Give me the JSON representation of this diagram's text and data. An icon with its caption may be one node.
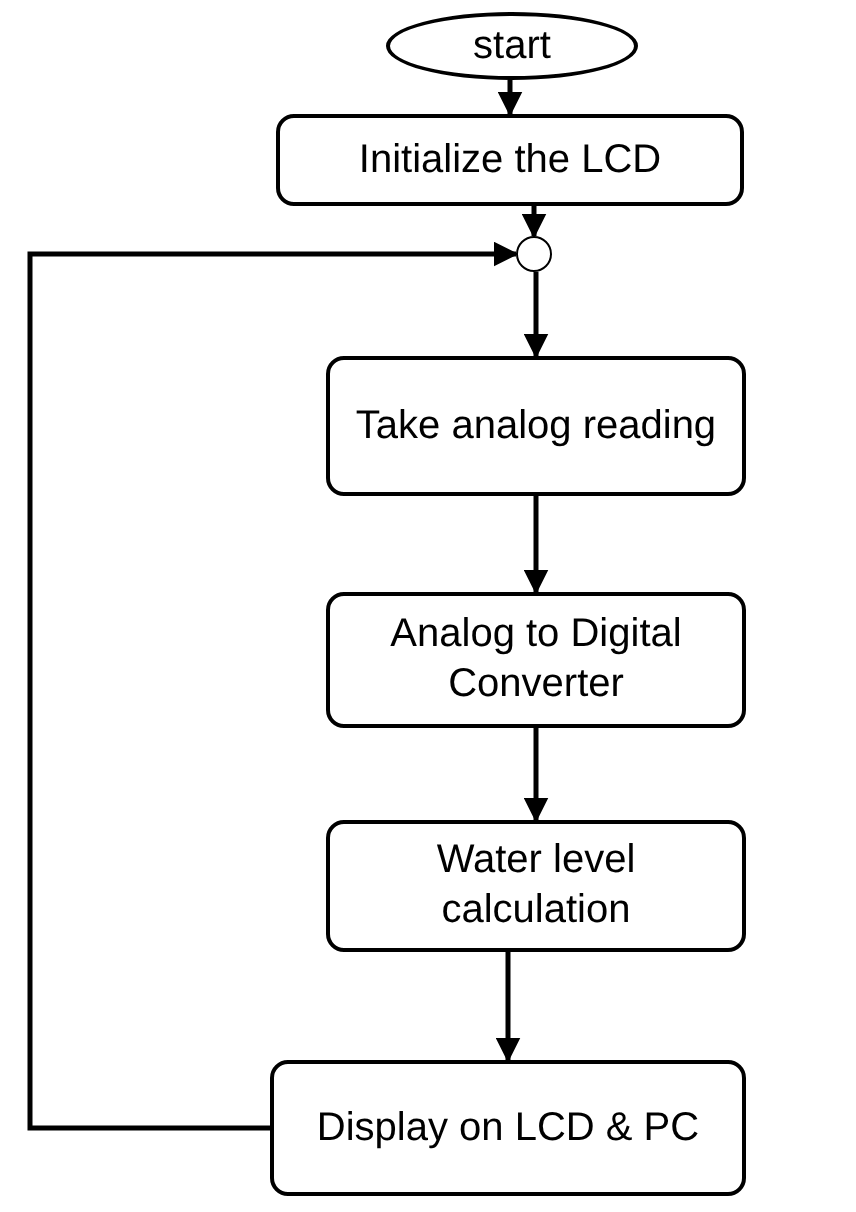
{
  "diagram": {
    "nodes": [
      {
        "text": [
          "start"
        ]
      },
      {
        "text": [
          "Initialize the LCD"
        ]
      },
      {
        "text": [],
        "shape": "circle"
      },
      {
        "text": [
          "Take analog reading"
        ]
      },
      {
        "text": [
          "Analog to Digital Converter"
        ]
      },
      {
        "text": [
          "Water level calculation"
        ]
      },
      {
        "text": [
          "Display on LCD & PC"
        ]
      }
    ],
    "edges": [
      {
        "from": 0,
        "to": 1,
        "arrow": "to"
      },
      {
        "from": 1,
        "to": 2,
        "arrow": "to"
      },
      {
        "from": 2,
        "to": 3,
        "arrow": "to"
      },
      {
        "from": 3,
        "to": 4,
        "arrow": "to"
      },
      {
        "from": 4,
        "to": 5,
        "arrow": "to"
      },
      {
        "from": 5,
        "to": 6,
        "arrow": "to"
      },
      {
        "from": 6,
        "to": 2,
        "arrow": "to"
      }
    ]
  }
}
